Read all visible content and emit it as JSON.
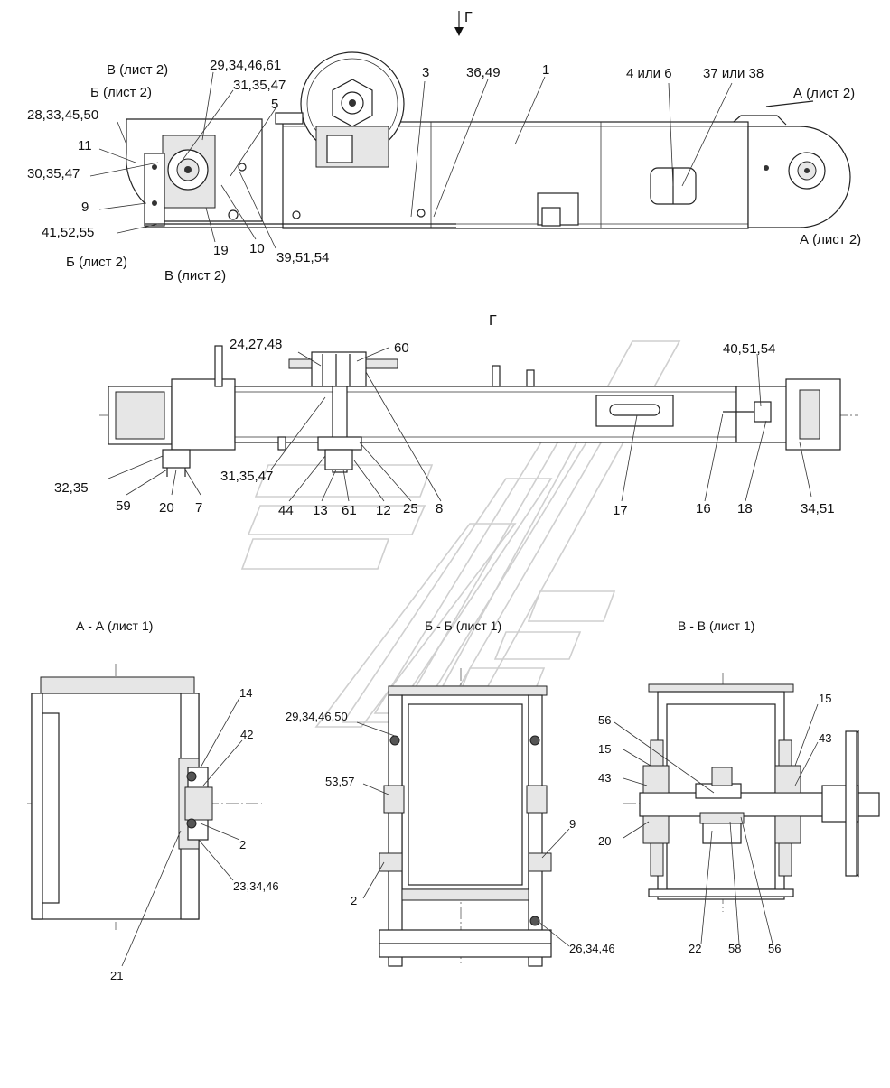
{
  "view_marker": "Г",
  "view_title": "Г",
  "top_view": {
    "labels": [
      "В (лист 2)",
      "Б (лист 2)",
      "28,33,45,50",
      "11",
      "30,35,47",
      "9",
      "41,52,55",
      "Б (лист 2)",
      "В (лист 2)",
      "19",
      "10",
      "39,51,54",
      "29,34,46,61",
      "31,35,47",
      "5",
      "3",
      "36,49",
      "1",
      "4 или 6",
      "37 или 38",
      "А (лист 2)",
      "А (лист 2)"
    ]
  },
  "plan_view": {
    "labels": [
      "24,27,48",
      "60",
      "40,51,54",
      "32,35",
      "59",
      "20",
      "7",
      "31,35,47",
      "44",
      "13",
      "61",
      "12",
      "25",
      "8",
      "17",
      "16",
      "18",
      "34,51"
    ]
  },
  "section_aa": {
    "title": "А - А (лист 1)",
    "labels": [
      "14",
      "42",
      "2",
      "23,34,46",
      "21"
    ]
  },
  "section_bb": {
    "title": "Б - Б (лист 1)",
    "labels": [
      "29,34,46,50",
      "53,57",
      "9",
      "2",
      "26,34,46"
    ]
  },
  "section_vv": {
    "title": "В - В (лист 1)",
    "labels": [
      "56",
      "15",
      "43",
      "15",
      "43",
      "20",
      "22",
      "58",
      "56"
    ]
  }
}
